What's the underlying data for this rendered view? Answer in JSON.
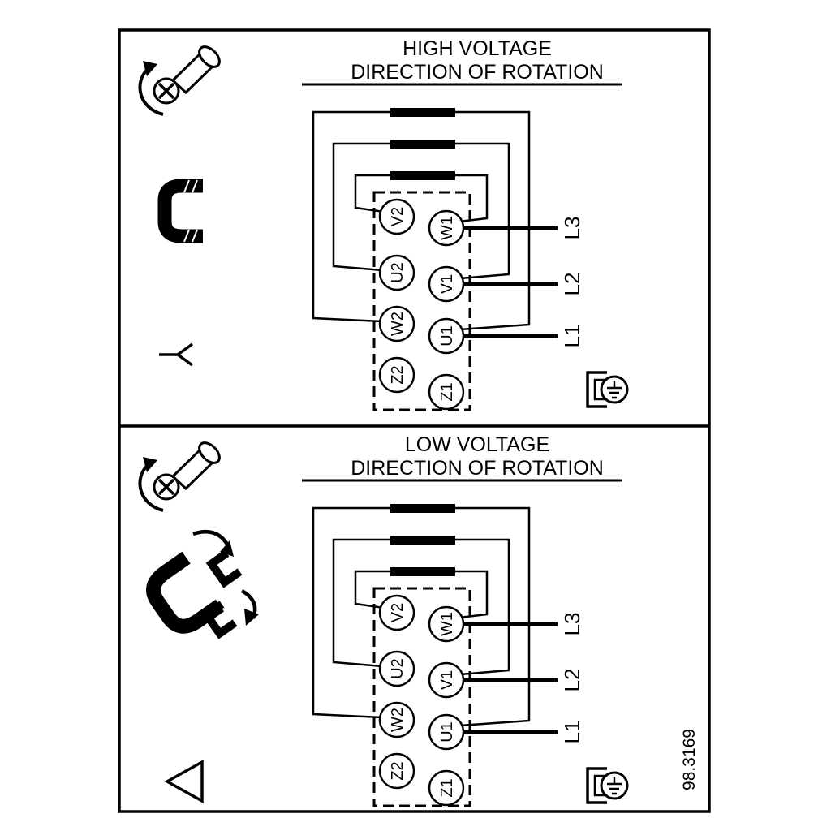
{
  "figure_number": "98.3169",
  "colors": {
    "ink": "#000000",
    "paper": "#ffffff"
  },
  "icons": {
    "screw": "screw-rotation-icon",
    "link_bracket": "terminal-link-icon",
    "link_rearrange": "terminal-links-rearrange-icon",
    "star": "star-connection-icon",
    "delta": "delta-connection-icon",
    "ground": "ground-terminal-icon"
  },
  "panels": [
    {
      "id": "high-voltage",
      "title_line1": "HIGH VOLTAGE",
      "title_line2": "DIRECTION OF ROTATION",
      "connection": "star",
      "terminals_left": [
        "V2",
        "U2",
        "W2",
        "Z2"
      ],
      "terminals_right": [
        "W1",
        "V1",
        "U1",
        "Z1"
      ],
      "supply_labels": [
        "L3",
        "L2",
        "L1"
      ]
    },
    {
      "id": "low-voltage",
      "title_line1": "LOW VOLTAGE",
      "title_line2": "DIRECTION OF ROTATION",
      "connection": "delta",
      "terminals_left": [
        "V2",
        "U2",
        "W2",
        "Z2"
      ],
      "terminals_right": [
        "W1",
        "V1",
        "U1",
        "Z1"
      ],
      "supply_labels": [
        "L3",
        "L2",
        "L1"
      ]
    }
  ]
}
